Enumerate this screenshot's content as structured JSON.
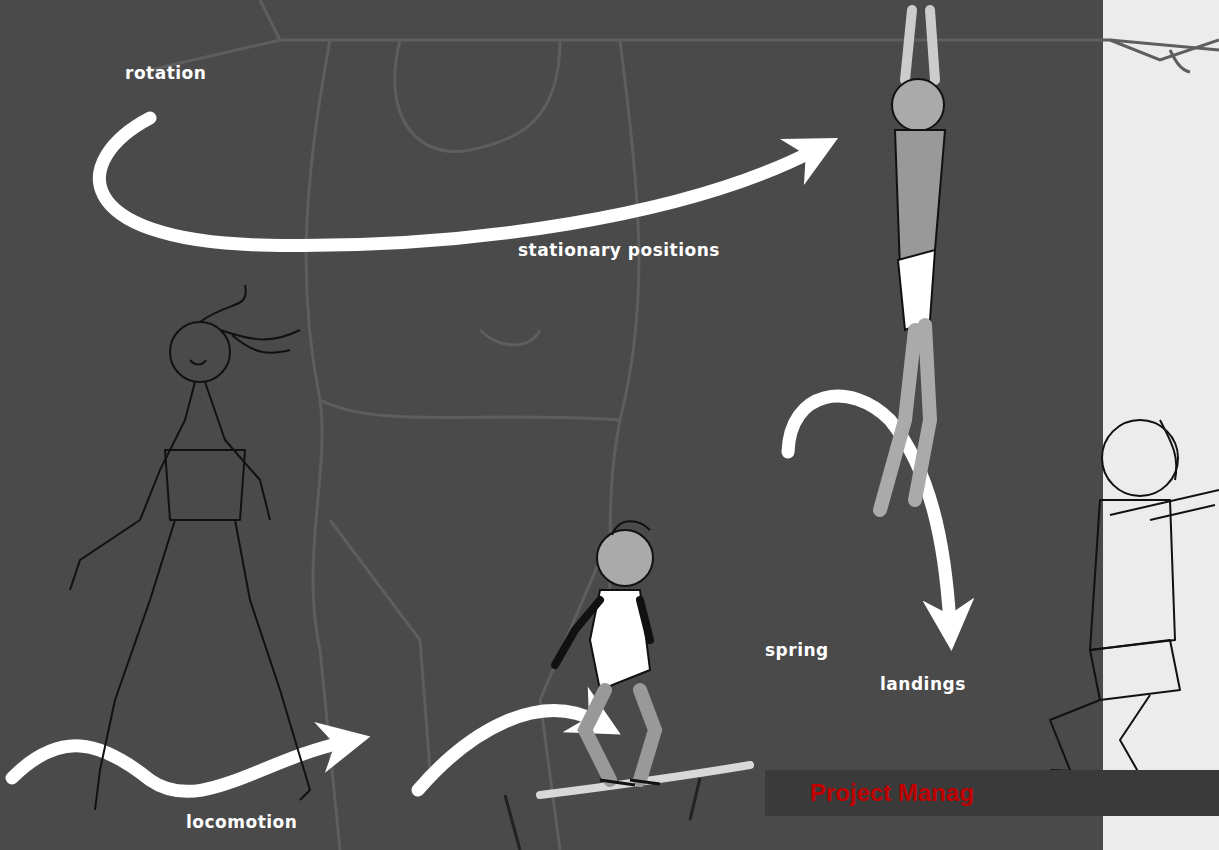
{
  "diagram": {
    "nodes": [
      {
        "text": [
          "Project Manag"
        ]
      }
    ],
    "labels": [
      "rotation",
      "stationary positions",
      "spring",
      "landings",
      "locomotion"
    ]
  }
}
